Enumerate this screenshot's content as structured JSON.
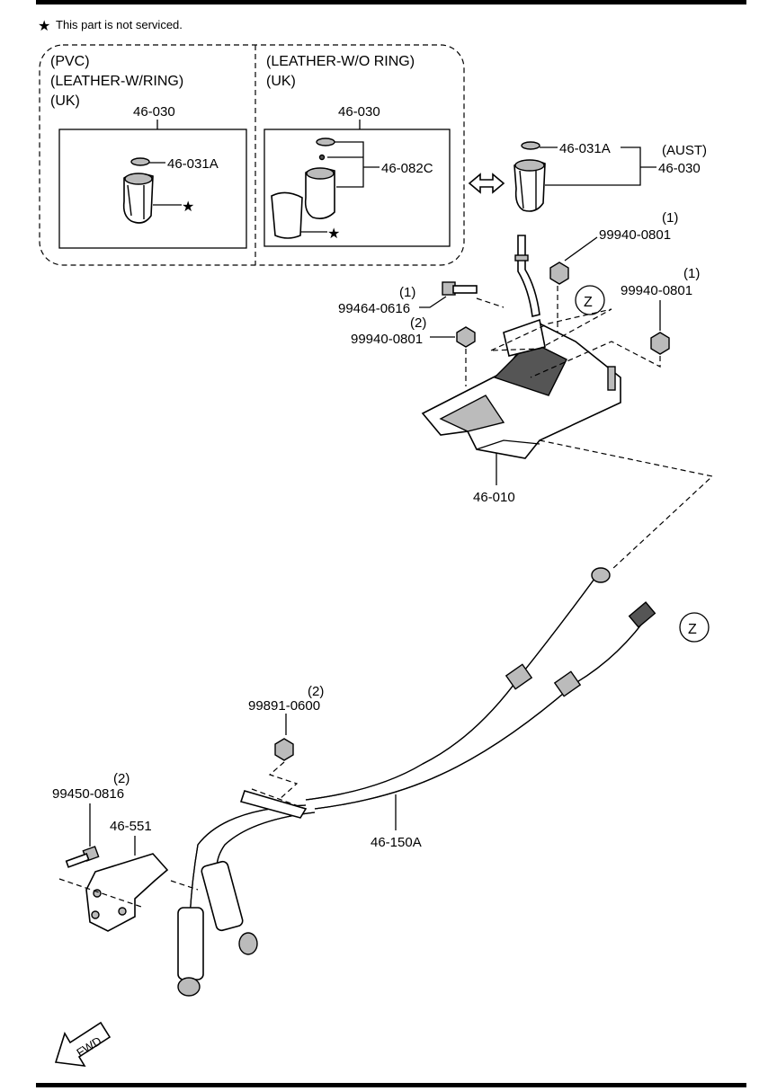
{
  "note": {
    "star": "★",
    "text": "This part is not serviced."
  },
  "variants": {
    "left": {
      "line1": "(PVC)",
      "line2": "(LEATHER-W/RING)",
      "line3": "(UK)",
      "part": "46-030",
      "cap": "46-031A"
    },
    "right": {
      "line1": "(LEATHER-W/O RING)",
      "line2": "(UK)",
      "part": "46-030",
      "kit": "46-082C"
    }
  },
  "aust": {
    "cap": "46-031A",
    "region": "(AUST)",
    "part": "46-030"
  },
  "labels": {
    "nut_top_right_qty": "(1)",
    "nut_top_right": "99940-0801",
    "nut_right_qty": "(1)",
    "nut_right": "99940-0801",
    "bolt_qty": "(1)",
    "bolt": "99464-0616",
    "nut_left_qty": "(2)",
    "nut_left": "99940-0801",
    "shifter": "46-010",
    "view_z": "Z",
    "nut_cable_qty": "(2)",
    "nut_cable": "99891-0600",
    "bolt_bracket_qty": "(2)",
    "bolt_bracket": "99450-0816",
    "bracket": "46-551",
    "cable": "46-150A",
    "fwd": "FWD"
  }
}
